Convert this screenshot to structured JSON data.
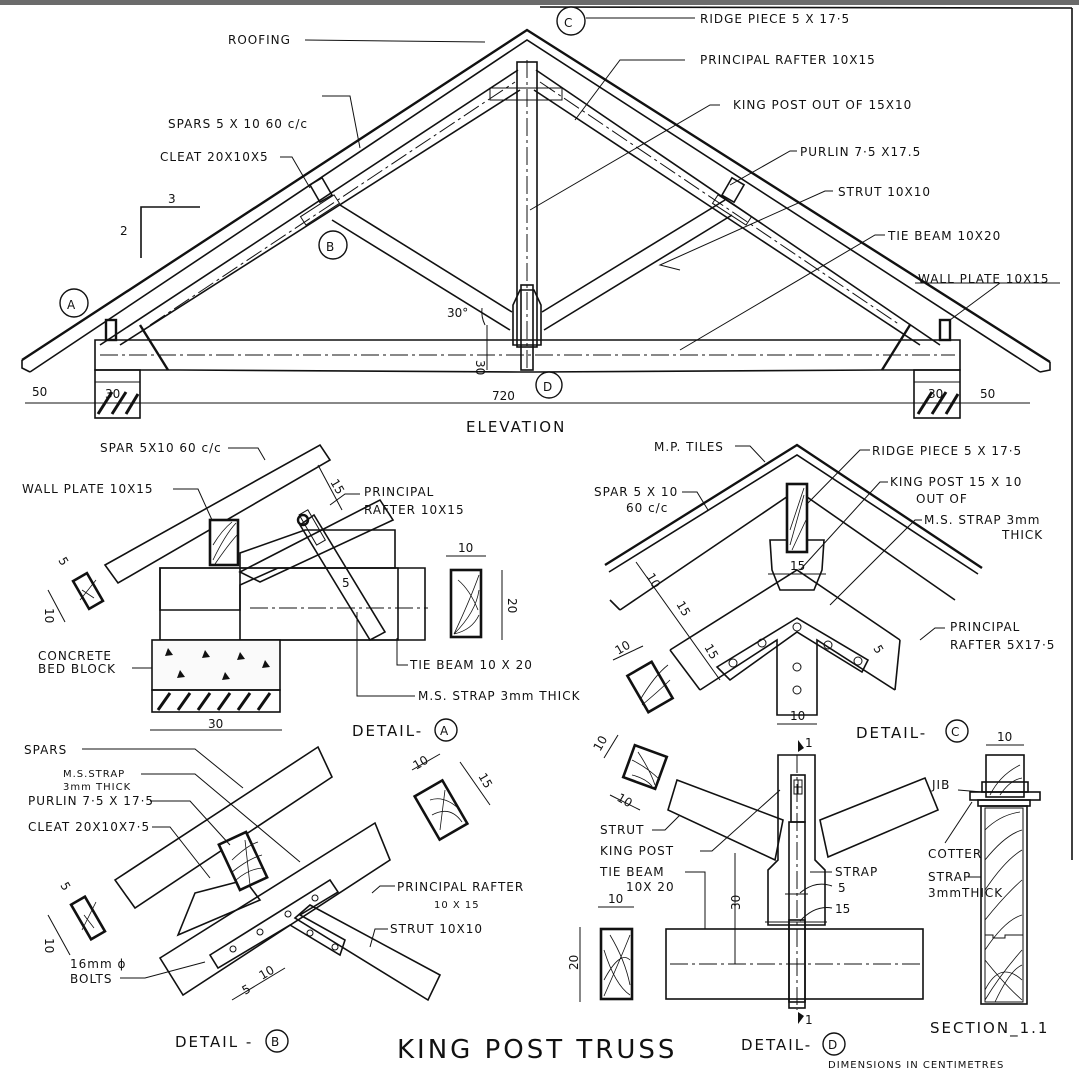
{
  "drawing": {
    "title": "KING POST TRUSS",
    "note": "DIMENSIONS IN CENTIMETRES",
    "colors": {
      "ink": "#111111",
      "paper": "#ffffff",
      "frame": "#6b6b6b"
    }
  },
  "elevation": {
    "caption": "ELEVATION",
    "labels": {
      "roofing": "ROOFING",
      "ridge_piece": "RIDGE PIECE 5 X 17·5",
      "principal_rafter": "PRINCIPAL RAFTER 10X15",
      "king_post": "KING POST OUT OF 15X10",
      "purlin": "PURLIN 7·5 X17.5",
      "strut": "STRUT 10X10",
      "tie_beam": "TIE BEAM 10X20",
      "wall_plate": "WALL PLATE 10X15",
      "spars": "SPARS 5 X 10 60 c/c",
      "cleat": "CLEAT 20X10X5"
    },
    "slope": {
      "rise": "2",
      "run": "3"
    },
    "angle": "30°",
    "dims": {
      "left_overhang": "50",
      "left_wall": "30",
      "span": "720",
      "right_wall": "30",
      "right_overhang": "50",
      "post_base": "30"
    },
    "markers": {
      "a": "A",
      "b": "B",
      "c": "C",
      "d": "D"
    }
  },
  "detail_a": {
    "caption": "DETAIL-",
    "marker": "A",
    "labels": {
      "spar": "SPAR 5X10 60 c/c",
      "wall_plate": "WALL PLATE 10X15",
      "principal_rafter_1": "PRINCIPAL",
      "principal_rafter_2": "RAFTER 10X15",
      "concrete_1": "CONCRETE",
      "concrete_2": "BED BLOCK",
      "tie_beam": "TIE BEAM 10 X 20",
      "strap": "M.S. STRAP 3mm THICK"
    },
    "dims": {
      "spar_w": "5",
      "spar_h": "10",
      "rafter_depth": "15",
      "strap_w": "5",
      "block_w": "30",
      "tie_w": "10",
      "tie_h": "20"
    }
  },
  "detail_b": {
    "caption": "DETAIL -",
    "marker": "B",
    "labels": {
      "spars": "SPARS",
      "strap_1": "M.S.STRAP",
      "strap_2": "3mm THICK",
      "purlin": "PURLIN 7·5 X 17·5",
      "cleat": "CLEAT 20X10X7·5",
      "principal_rafter_1": "PRINCIPAL RAFTER",
      "principal_rafter_2": "10 X 15",
      "strut": "STRUT 10X10",
      "bolts_1": "16mm ϕ",
      "bolts_2": "BOLTS"
    },
    "dims": {
      "spar_w": "5",
      "spar_h": "10",
      "rafter_w": "10",
      "rafter_h": "15",
      "strap_w": "5",
      "strut_w": "10"
    }
  },
  "detail_c": {
    "caption": "DETAIL-",
    "marker": "C",
    "labels": {
      "tiles": "M.P. TILES",
      "ridge_piece": "RIDGE PIECE 5 X 17·5",
      "king_post_1": "KING POST 15 X 10",
      "king_post_2": "OUT OF",
      "strap_1": "M.S. STRAP 3mm",
      "strap_2": "THICK",
      "spar_1": "SPAR 5 X 10",
      "spar_2": "60 c/c",
      "principal_rafter_1": "PRINCIPAL",
      "principal_rafter_2": "RAFTER 5X17·5"
    },
    "dims": {
      "spar_d": "10",
      "rafter_d1": "15",
      "rafter_d2": "15",
      "post_top": "15",
      "post_bottom": "10",
      "strap_w": "5",
      "section_w": "10"
    }
  },
  "detail_d": {
    "caption": "DETAIL-",
    "marker": "D",
    "labels": {
      "strut": "STRUT",
      "king_post": "KING POST",
      "tie_beam_1": "TIE BEAM",
      "tie_beam_2": "10X 20",
      "strap": "STRAP"
    },
    "dims": {
      "strut_w": "10",
      "strut_h": "10",
      "tie_w": "10",
      "tie_h": "20",
      "rise": "30",
      "strap_w": "5",
      "post_w": "15"
    },
    "section_mark": "1"
  },
  "section_11": {
    "caption": "SECTION_1.1",
    "labels": {
      "jib": "JIB",
      "cotter": "COTTER",
      "strap_1": "STRAP",
      "strap_2": "3mmTHICK"
    },
    "dims": {
      "width": "10"
    }
  }
}
